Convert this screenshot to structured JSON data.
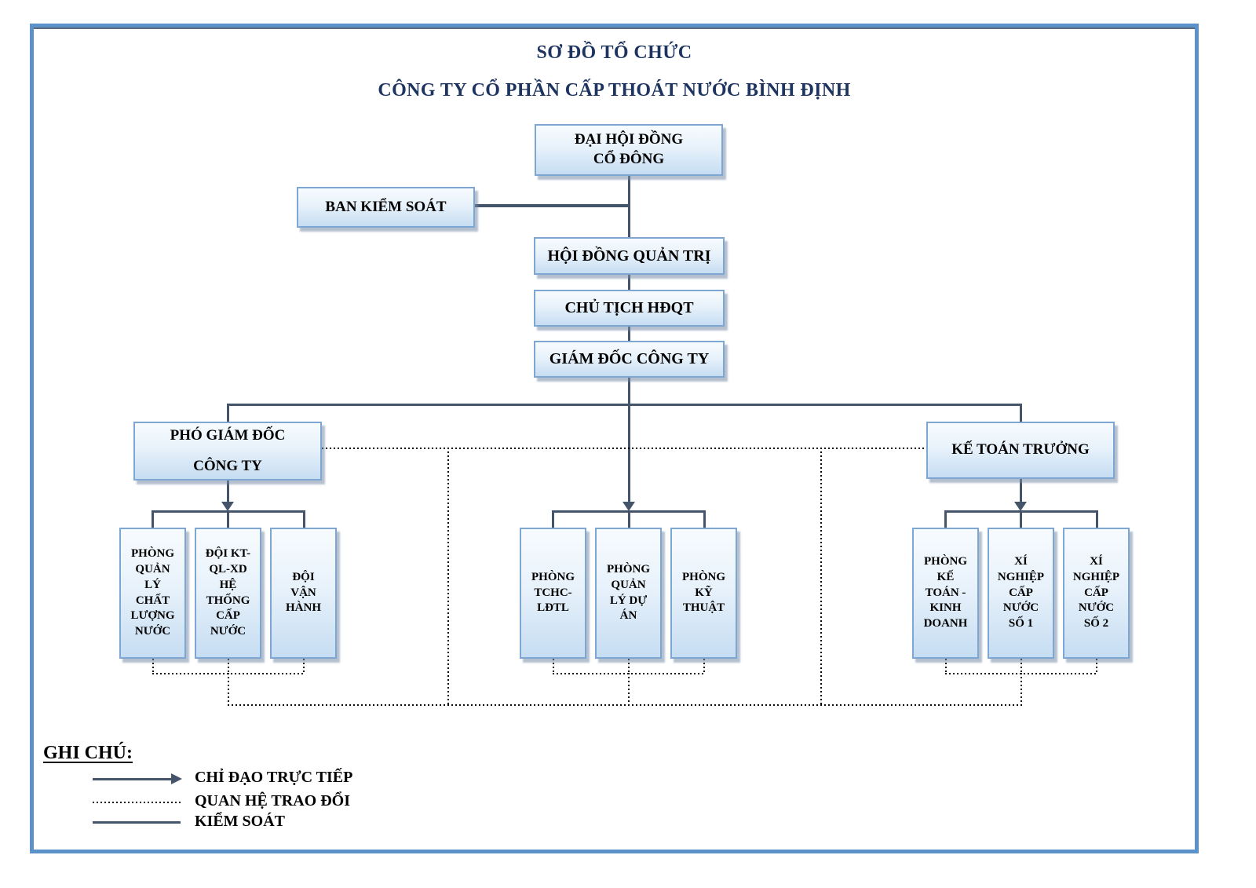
{
  "title": {
    "line1": "SƠ ĐỒ TỔ CHỨC",
    "line2": "CÔNG TY CỔ PHẦN CẤP THOÁT NƯỚC BÌNH ĐỊNH"
  },
  "org": {
    "dai_hoi_dong": "ĐẠI HỘI ĐỒNG\nCỔ ĐÔNG",
    "ban_kiem_soat": "BAN KIỂM SOÁT",
    "hoi_dong_quan_tri": "HỘI ĐỒNG QUẢN TRỊ",
    "chu_tich_hdqt": "CHỦ TỊCH HĐQT",
    "giam_doc": "GIÁM ĐỐC CÔNG TY",
    "pho_giam_doc": "PHÓ GIÁM ĐỐC\nCÔNG TY",
    "ke_toan_truong": "KẾ TOÁN TRƯỞNG",
    "left_children": [
      "PHÒNG\nQUẢN\nLÝ\nCHẤT\nLƯỢNG\nNƯỚC",
      "ĐỘI KT-\nQL-XD\nHỆ\nTHỐNG\nCẤP\nNƯỚC",
      "ĐỘI\nVẬN\nHÀNH"
    ],
    "middle_children": [
      "PHÒNG\nTCHC-\nLĐTL",
      "PHÒNG\nQUẢN\nLÝ DỰ\nÁN",
      "PHÒNG\nKỸ\nTHUẬT"
    ],
    "right_children": [
      "PHÒNG\nKẾ\nTOÁN -\nKINH\nDOANH",
      "XÍ\nNGHIỆP\nCẤP\nNƯỚC\nSỐ 1",
      "XÍ\nNGHIỆP\nCẤP\nNƯỚC\nSỐ 2"
    ]
  },
  "legend": {
    "heading": "GHI CHÚ:",
    "items": [
      {
        "symbol": "solid-arrow",
        "label": "CHỈ ĐẠO TRỰC TIẾP"
      },
      {
        "symbol": "dotted-line",
        "label": "QUAN HỆ TRAO ĐỔI"
      },
      {
        "symbol": "solid-line",
        "label": "KIỂM SOÁT"
      }
    ]
  },
  "colors": {
    "frame_blue": "#5B92C9",
    "connector_slate": "#44546A",
    "node_border_blue": "#7EA6D3",
    "node_fill_bottom": "#C6DDF2",
    "title_navy": "#1D3460",
    "dotted_black": "#0A0A0A"
  }
}
